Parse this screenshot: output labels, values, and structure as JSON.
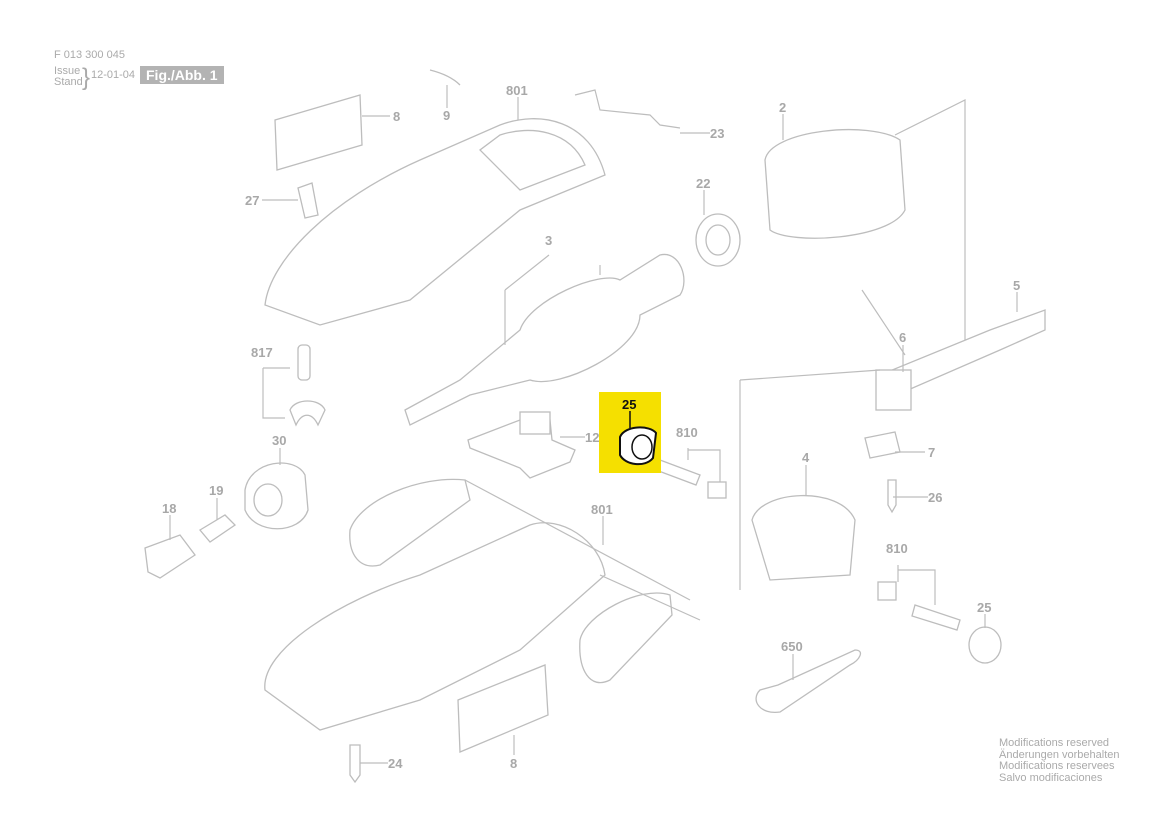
{
  "header": {
    "doc_number": "F 013 300 045",
    "issue_label": "Issue",
    "stand_label": "Stand",
    "date": "12-01-04",
    "figure": "Fig./Abb. 1"
  },
  "highlight": {
    "part": "25",
    "color": "#f5e000"
  },
  "labels": [
    "8",
    "9",
    "801",
    "23",
    "2",
    "27",
    "22",
    "3",
    "5",
    "6",
    "817",
    "25",
    "810",
    "12",
    "30",
    "7",
    "4",
    "19",
    "26",
    "18",
    "801",
    "810",
    "25",
    "650",
    "24",
    "8"
  ],
  "footer": [
    "Modifications reserved",
    "Änderungen vorbehalten",
    "Modifications reservees",
    "Salvo modificaciones"
  ]
}
